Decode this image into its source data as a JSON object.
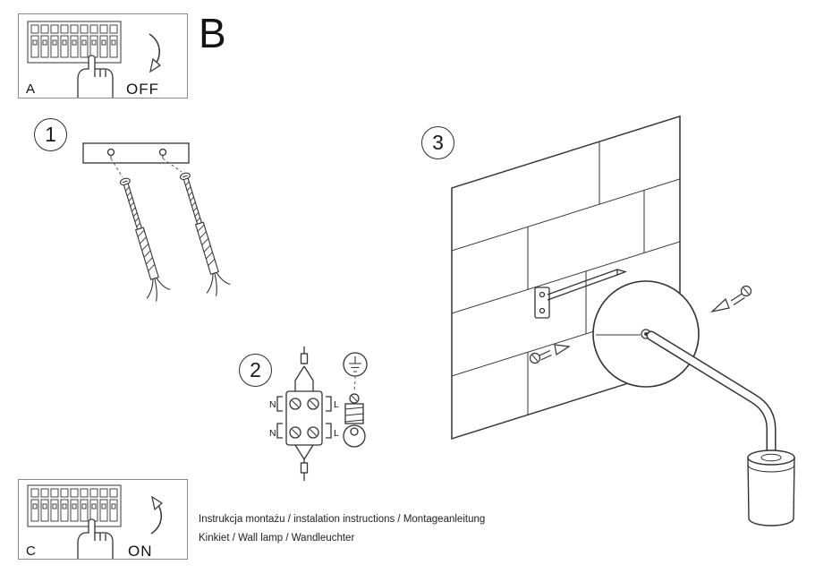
{
  "sheet": {
    "section_label": "B",
    "panel_a": {
      "label": "A",
      "state": "OFF"
    },
    "panel_c": {
      "label": "C",
      "state": "ON"
    },
    "steps": {
      "one": "1",
      "two": "2",
      "three": "3"
    },
    "wiring": {
      "t1": "N",
      "t2": "L",
      "t3": "N",
      "t4": "L"
    },
    "footer": {
      "line1": "Instrukcja montażu / instalation instructions / Montageanleitung",
      "line2": "Kinkiet / Wall lamp / Wandleuchter"
    },
    "colors": {
      "line": "#333333",
      "background": "#ffffff"
    }
  }
}
